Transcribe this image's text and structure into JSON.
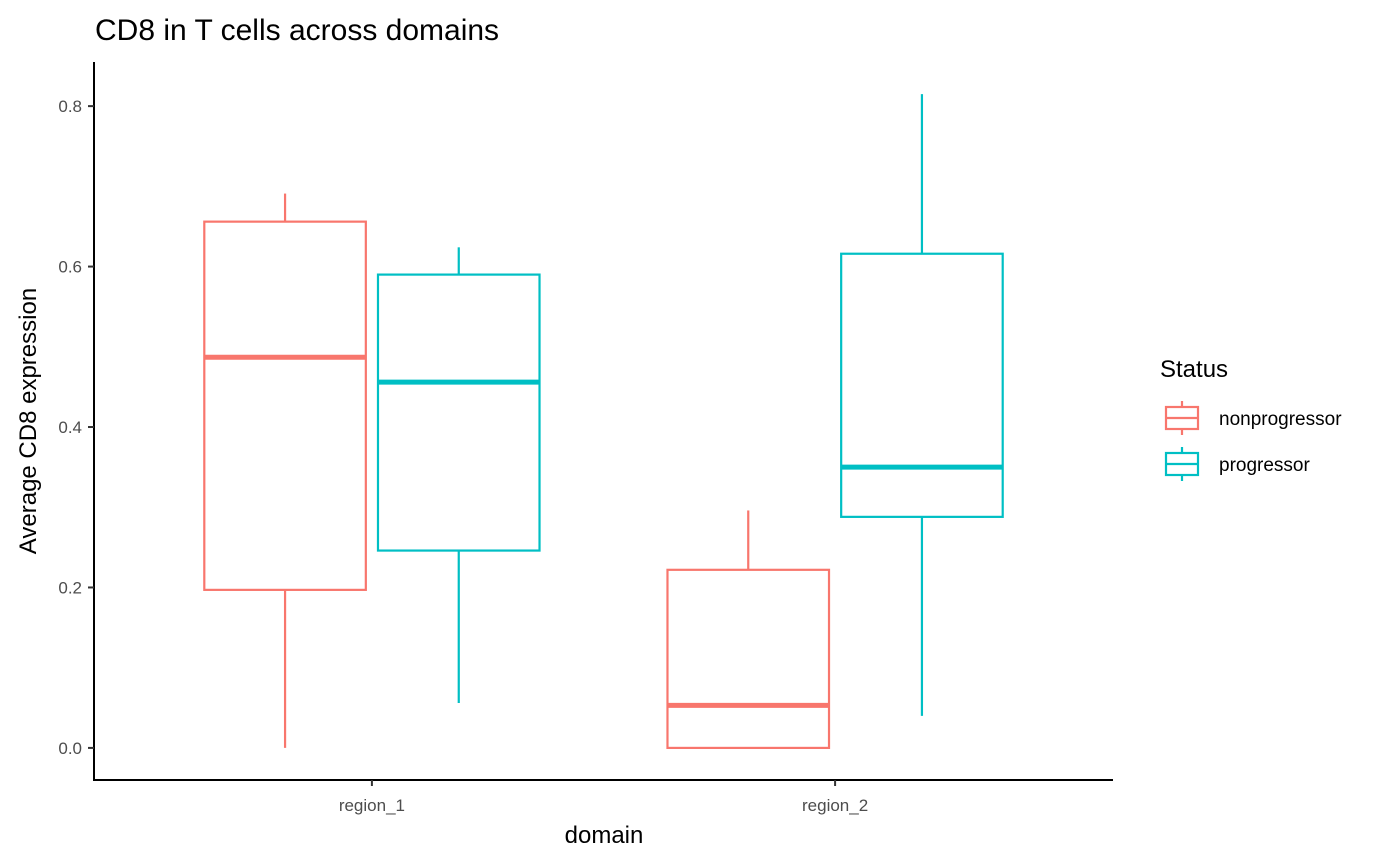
{
  "chart_data": {
    "type": "boxplot",
    "title": "CD8 in T cells across domains",
    "xlabel": "domain",
    "ylabel": "Average CD8 expression",
    "categories": [
      "region_1",
      "region_2"
    ],
    "ylim": [
      -0.04,
      0.855
    ],
    "yticks": [
      0.0,
      0.2,
      0.4,
      0.6,
      0.8
    ],
    "ytick_labels": [
      "0.0",
      "0.2",
      "0.4",
      "0.6",
      "0.8"
    ],
    "grid": false,
    "legend": {
      "title": "Status",
      "position": "right"
    },
    "series": [
      {
        "name": "nonprogressor",
        "color": "#F8766D",
        "boxes": [
          {
            "category": "region_1",
            "whisker_low": 0.0,
            "q1": 0.197,
            "median": 0.487,
            "q3": 0.656,
            "whisker_high": 0.691
          },
          {
            "category": "region_2",
            "whisker_low": 0.0,
            "q1": 0.0,
            "median": 0.053,
            "q3": 0.222,
            "whisker_high": 0.296
          }
        ]
      },
      {
        "name": "progressor",
        "color": "#00BFC4",
        "boxes": [
          {
            "category": "region_1",
            "whisker_low": 0.056,
            "q1": 0.246,
            "median": 0.456,
            "q3": 0.59,
            "whisker_high": 0.624
          },
          {
            "category": "region_2",
            "whisker_low": 0.04,
            "q1": 0.288,
            "median": 0.35,
            "q3": 0.616,
            "whisker_high": 0.815
          }
        ]
      }
    ]
  }
}
